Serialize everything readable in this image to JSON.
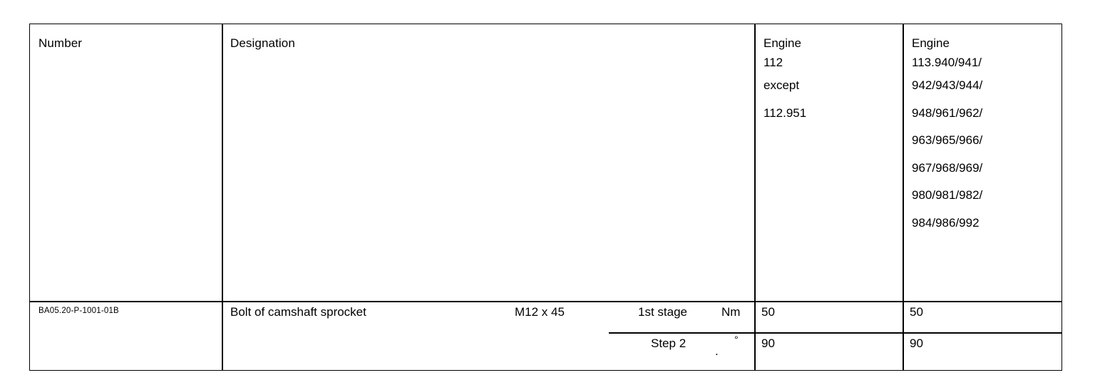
{
  "document": {
    "type": "torque-specification-table"
  },
  "table": {
    "headers": {
      "number": "Number",
      "designation": "Designation",
      "engine_112": {
        "title": "Engine",
        "model": "112",
        "qualifier": "except",
        "exception": "112.951"
      },
      "engine_113": {
        "title": "Engine",
        "lines": [
          "113.940/941/",
          "942/943/944/",
          "948/961/962/",
          "963/965/966/",
          "967/968/969/",
          "980/981/982/",
          "984/986/992"
        ]
      }
    },
    "rows": [
      {
        "number": "BA05.20-P-1001-01B",
        "designation": "Bolt of camshaft sprocket",
        "thread": "M12 x 45",
        "stages": [
          {
            "label": "1st stage",
            "unit": "Nm",
            "dot": "",
            "value_engine_112": "50",
            "value_engine_113": "50"
          },
          {
            "label": "Step 2",
            "unit": "°",
            "dot": ".",
            "value_engine_112": "90",
            "value_engine_113": "90"
          }
        ]
      }
    ]
  },
  "colors": {
    "border": "#000000",
    "text": "#000000",
    "background": "#ffffff"
  }
}
